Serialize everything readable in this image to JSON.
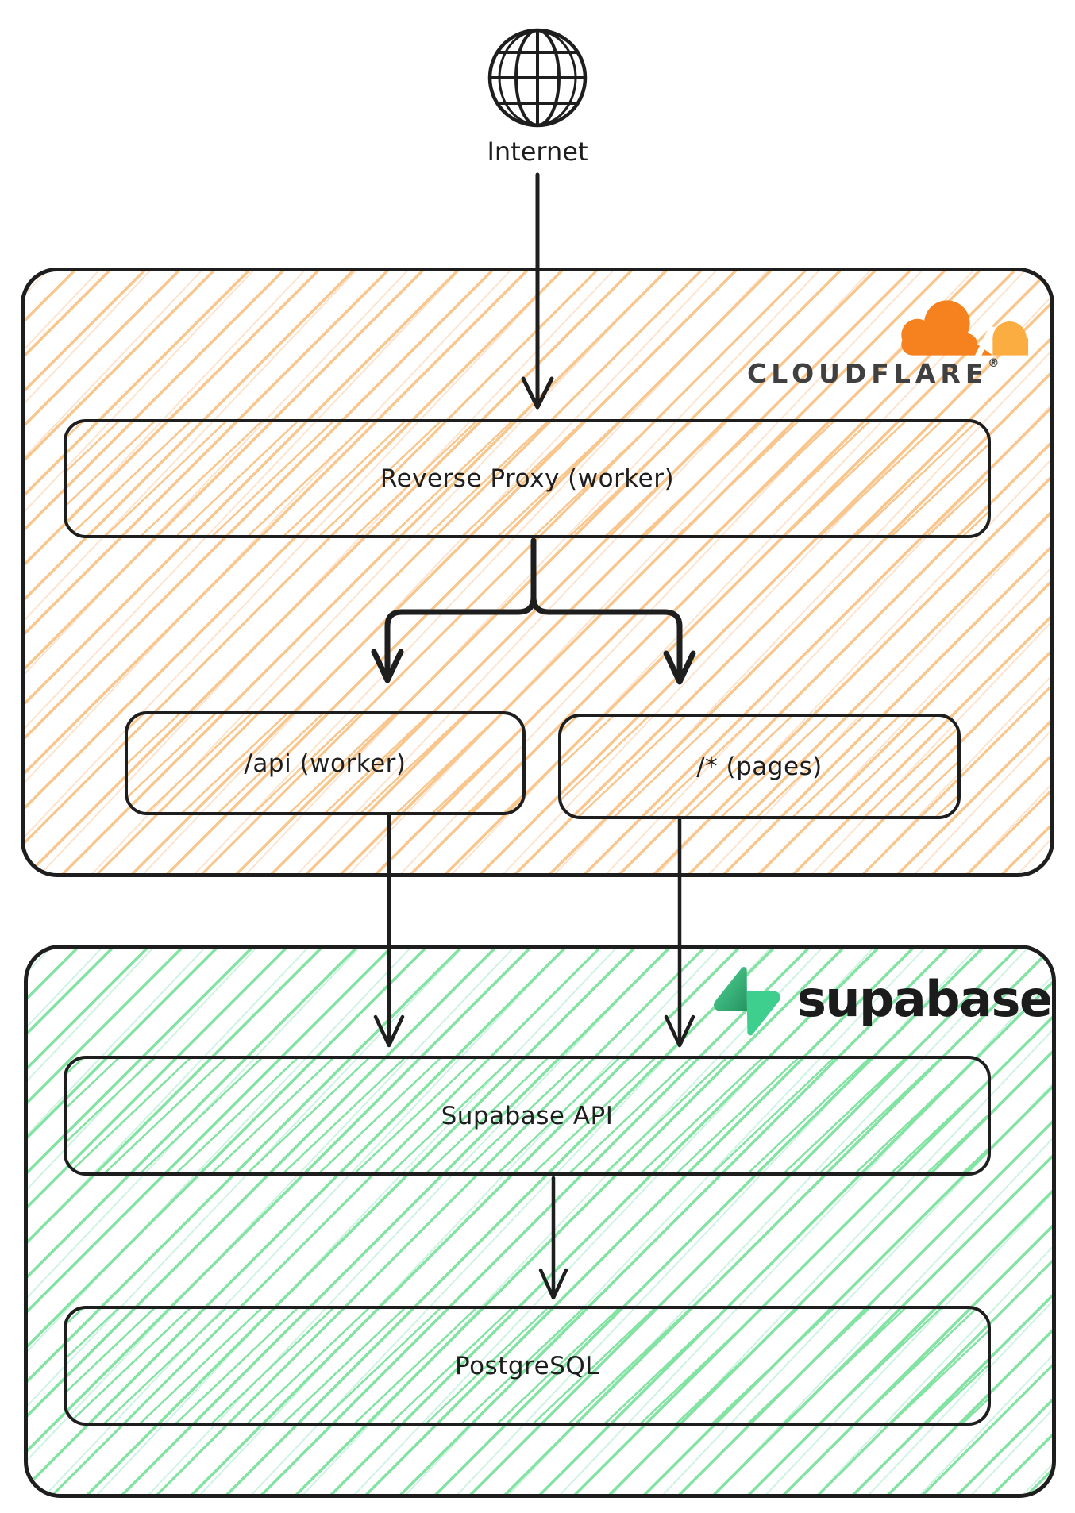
{
  "theme": {
    "--ink": "#1e1e1e",
    "--orange-hatch": "#f9c78e",
    "--green-hatch": "#83e3a2",
    "--cf-orange": "#F6821F",
    "--cf-light": "#FBAD41",
    "--cf-text": "#404041",
    "--sb-green": "#3ECF8E",
    "--sb-dark": "#249361",
    "--sb-text": "#1c1c1c"
  },
  "internet": {
    "label": "Internet"
  },
  "cloudflare": {
    "brand": "CLOUDFLARE",
    "reg_mark": "®",
    "reverse_proxy_label": "Reverse Proxy (worker)",
    "api_worker_label": "/api (worker)",
    "pages_label": "/* (pages)"
  },
  "supabase": {
    "brand": "supabase",
    "api_label": "Supabase API",
    "postgres_label": "PostgreSQL"
  }
}
